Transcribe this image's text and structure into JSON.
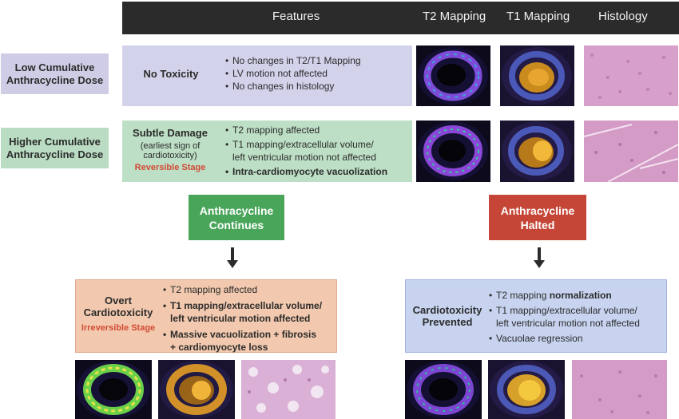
{
  "header": {
    "features": "Features",
    "t2": "T2 Mapping",
    "t1": "T1 Mapping",
    "histology": "Histology"
  },
  "row1": {
    "dose_line1": "Low Cumulative",
    "dose_line2": "Anthracycline Dose",
    "title": "No Toxicity",
    "bullets": [
      "No changes in T2/T1 Mapping",
      "LV motion not affected",
      "No changes in histology"
    ]
  },
  "row2": {
    "dose_line1": "Higher Cumulative",
    "dose_line2": "Anthracycline Dose",
    "title": "Subtle Damage",
    "sub1": "(earliest sign of",
    "sub2": "cardiotoxicity)",
    "stage": "Reversible Stage",
    "bullet1": "T2 mapping affected",
    "bullet2a": "T1 mapping/extracellular volume/",
    "bullet2b": "left ventricular motion not affected",
    "bullet3": "Intra-cardiomyocyte vacuolization"
  },
  "decision_left": {
    "line1": "Anthracycline",
    "line2": "Continues"
  },
  "decision_right": {
    "line1": "Anthracycline",
    "line2": "Halted"
  },
  "outcome_left": {
    "title1": "Overt",
    "title2": "Cardiotoxicity",
    "stage": "Irreversible Stage",
    "bullet1": "T2 mapping affected",
    "bullet2a": "T1 mapping/extracellular volume/",
    "bullet2b": "left ventricular motion affected",
    "bullet3a": "Massive vacuolization + fibrosis",
    "bullet3b": "+ cardiomyocyte loss"
  },
  "outcome_right": {
    "title1": "Cardiotoxicity",
    "title2": "Prevented",
    "bullet1a": "T2 mapping ",
    "bullet1b": "normalization",
    "bullet2a": "T1 mapping/extracellular volume/",
    "bullet2b": "left ventricular motion not affected",
    "bullet3": "Vacuolae regression"
  },
  "colors": {
    "header_bg": "#2b2b2b",
    "purple_row": "#d3d2eb",
    "green_row": "#bddfc5",
    "continue_green": "#49a55a",
    "halted_red": "#c54637",
    "stage_red": "#d24a35",
    "irreversible_box": "#f2c9ae",
    "prevented_box": "#c7d3ef"
  }
}
